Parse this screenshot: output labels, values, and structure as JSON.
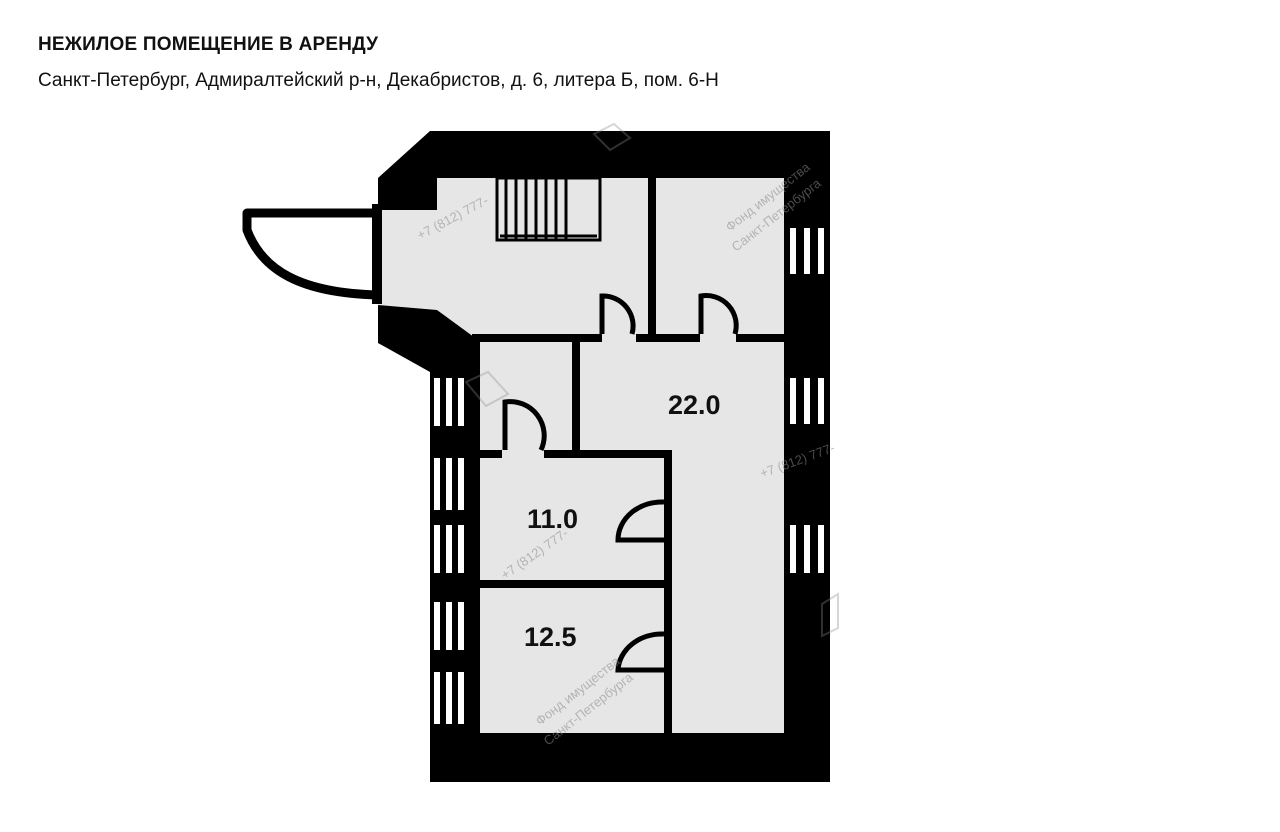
{
  "header": {
    "title": "НЕЖИЛОЕ ПОМЕЩЕНИЕ В АРЕНДУ",
    "address": "Санкт-Петербург, Адмиралтейский р-н, Декабристов, д. 6, литера Б, пом. 6-Н"
  },
  "plan": {
    "rooms": [
      {
        "area": "22.0"
      },
      {
        "area": "11.0"
      },
      {
        "area": "12.5"
      }
    ],
    "watermark": {
      "phone": "+7 (812) 777-",
      "line1": "Фонд имущества",
      "line2": "Санкт-Петербурга"
    }
  },
  "colors": {
    "wall": "#000000",
    "floor": "#e6e6e6",
    "background": "#ffffff",
    "text": "#111111"
  }
}
